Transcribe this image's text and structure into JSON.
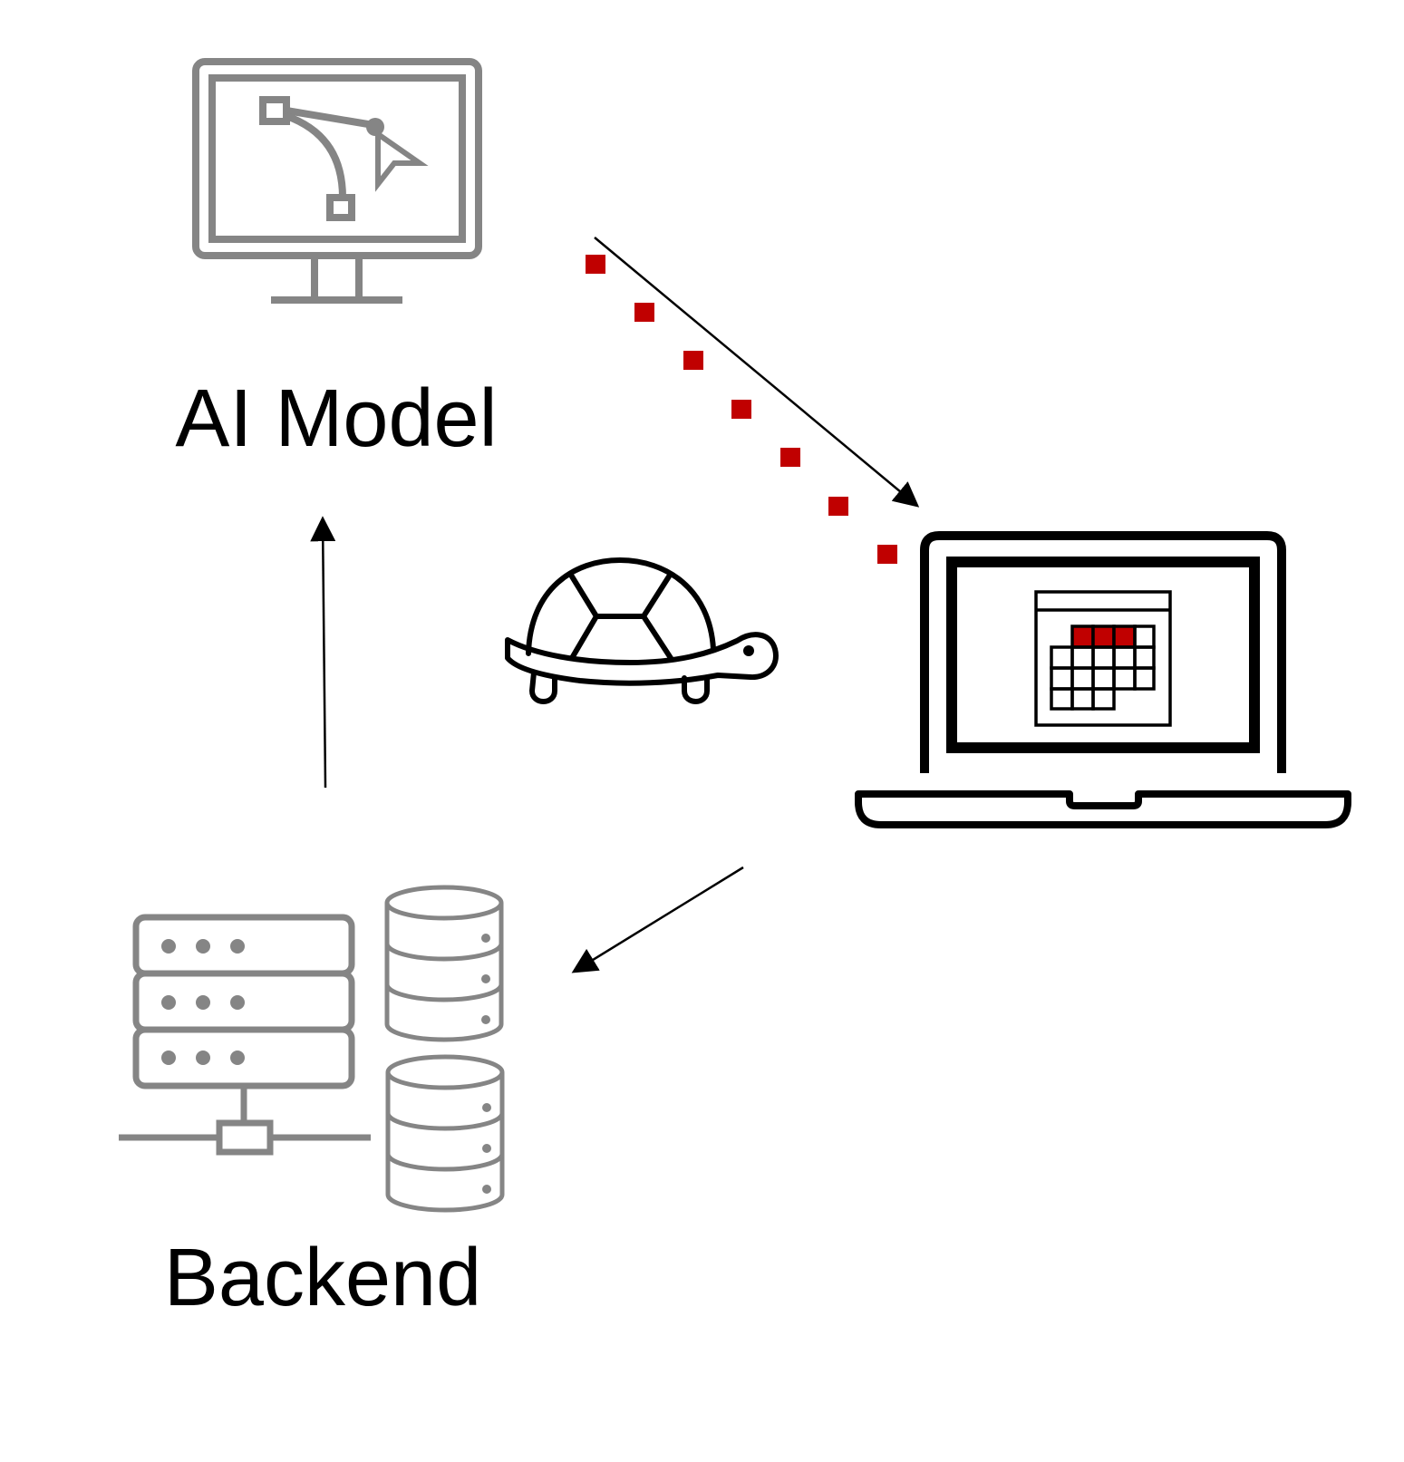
{
  "labels": {
    "ai_model": "AI Model",
    "backend": "Backend"
  },
  "nodes": {
    "ai_model": {
      "icon": "desktop-monitor-vector-edit-icon"
    },
    "client": {
      "icon": "laptop-calendar-icon"
    },
    "backend": {
      "icon": "server-database-icon"
    },
    "latency": {
      "icon": "turtle-icon"
    }
  },
  "edges": [
    {
      "from": "ai_model",
      "to": "client",
      "style": "arrow"
    },
    {
      "from": "ai_model",
      "to": "client",
      "style": "dotted-stream"
    },
    {
      "from": "client",
      "to": "backend",
      "style": "arrow"
    },
    {
      "from": "backend",
      "to": "ai_model",
      "style": "arrow"
    }
  ],
  "colors": {
    "icon_gray": "#858585",
    "icon_black": "#000000",
    "accent_red": "#c00000",
    "background": "#ffffff"
  }
}
